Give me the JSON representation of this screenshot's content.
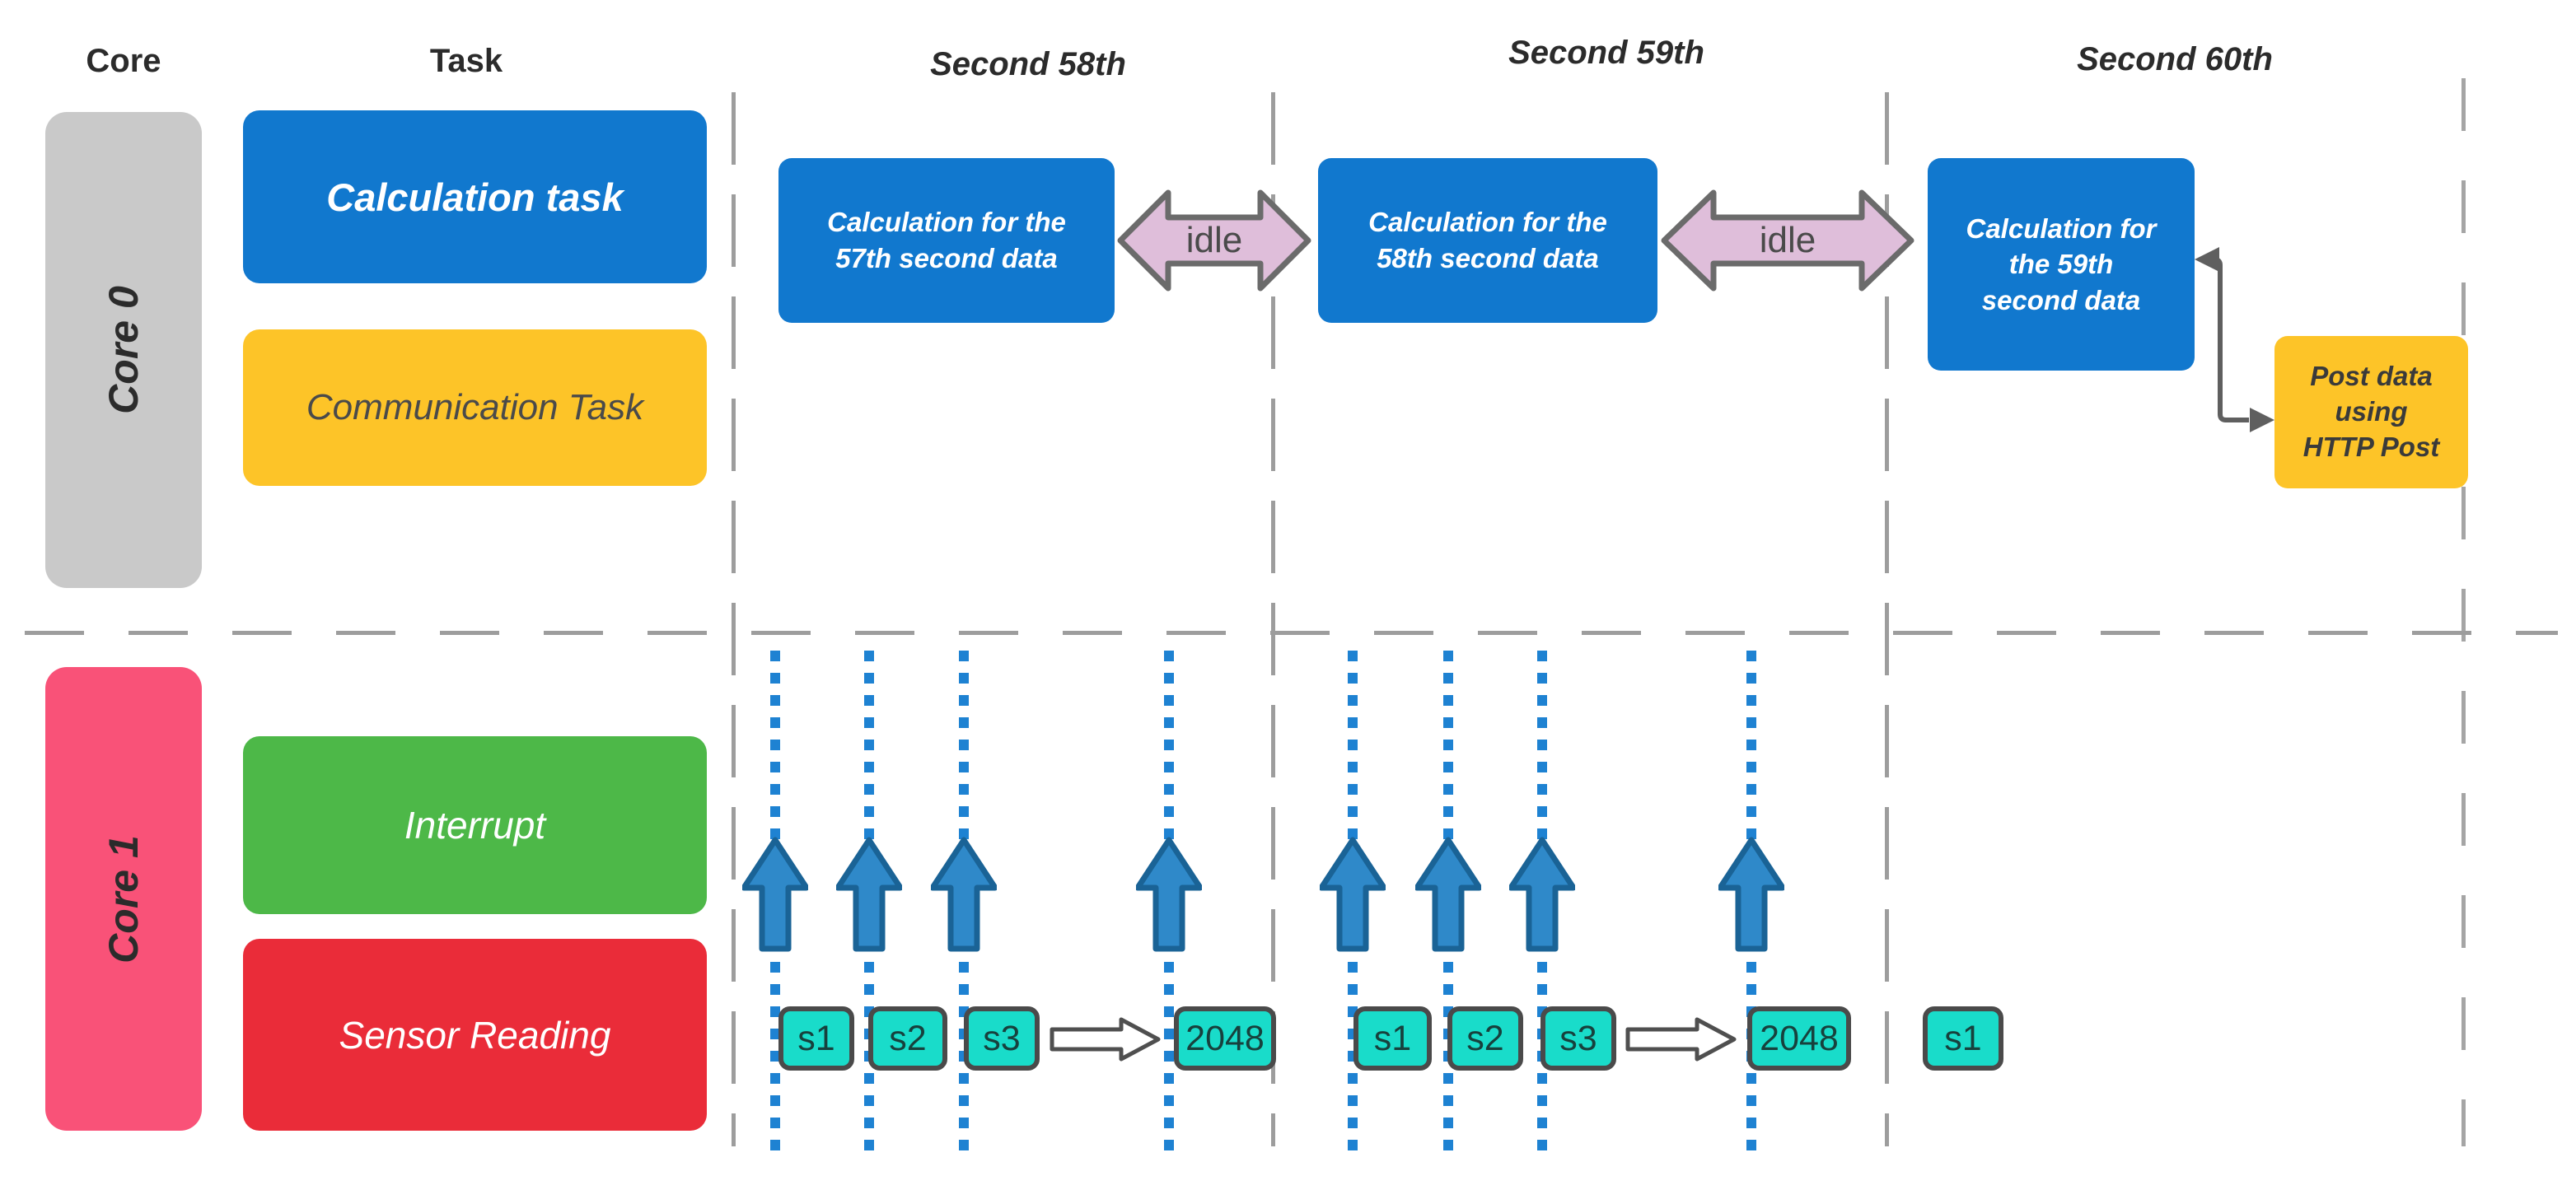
{
  "header": {
    "core_label": "Core",
    "task_label": "Task",
    "second_labels": [
      "Second 58th",
      "Second 59th",
      "Second 60th"
    ]
  },
  "core0": {
    "label": "Core 0"
  },
  "core1": {
    "label": "Core 1"
  },
  "task_boxes": {
    "calculation": "Calculation task",
    "communication": "Communication Task",
    "interrupt": "Interrupt",
    "sensor": "Sensor Reading"
  },
  "calc_blocks": [
    {
      "l1": "Calculation for the",
      "l2": "57th second data"
    },
    {
      "l1": "Calculation for the",
      "l2": "58th second data"
    },
    {
      "l1": "Calculation for",
      "l2": "the 59th",
      "l3": "second data"
    }
  ],
  "idle": {
    "label": "idle"
  },
  "post": {
    "l1": "Post data",
    "l2": "using",
    "l3": "HTTP Post"
  },
  "sensors": {
    "g1": {
      "s1": "s1",
      "s2": "s2",
      "s3": "s3",
      "result": "2048"
    },
    "g2": {
      "s1": "s1",
      "s2": "s2",
      "s3": "s3",
      "result": "2048"
    },
    "g3": {
      "s1": "s1"
    }
  },
  "colors": {
    "calc_blue": "#1178CE",
    "comm_yellow": "#FDC428",
    "interrupt_green": "#4DB848",
    "sensor_red": "#EA2C39",
    "core0_gray": "#C9C9C9",
    "core1_pink": "#F95278",
    "chip_cyan": "#19DCCA",
    "idle_mauve": "#DFBEDA",
    "arrow_blue": "#2F89C9",
    "dash_gray": "#9d9d9d"
  }
}
